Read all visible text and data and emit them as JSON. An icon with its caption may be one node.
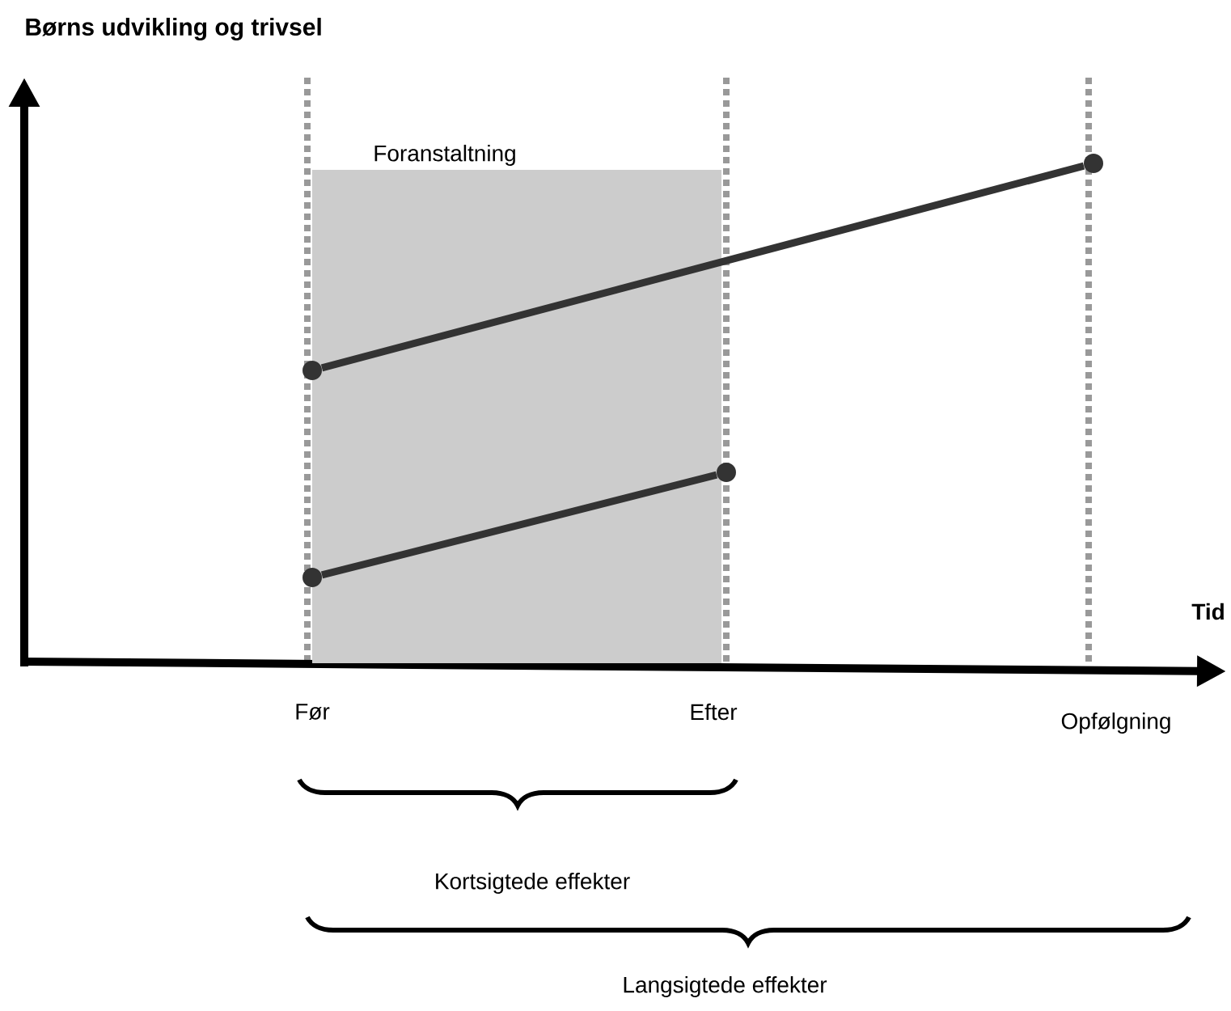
{
  "diagram": {
    "title": "Børns udvikling og trivsel",
    "nodes": [
      {
        "text": [],
        "shape": "circle"
      },
      {
        "text": [],
        "shape": "circle"
      },
      {
        "text": [],
        "shape": "circle"
      },
      {
        "text": [],
        "shape": "circle"
      }
    ],
    "edges": [
      {
        "from": 0,
        "to": 1,
        "arrow": "none"
      },
      {
        "from": 2,
        "to": 3,
        "arrow": "none"
      }
    ],
    "labels": [
      "Foranstaltning",
      "Tid",
      "Før",
      "Efter",
      "Opfølgning",
      "Kortsigtede effekter",
      "Langsigtede effekter"
    ]
  }
}
